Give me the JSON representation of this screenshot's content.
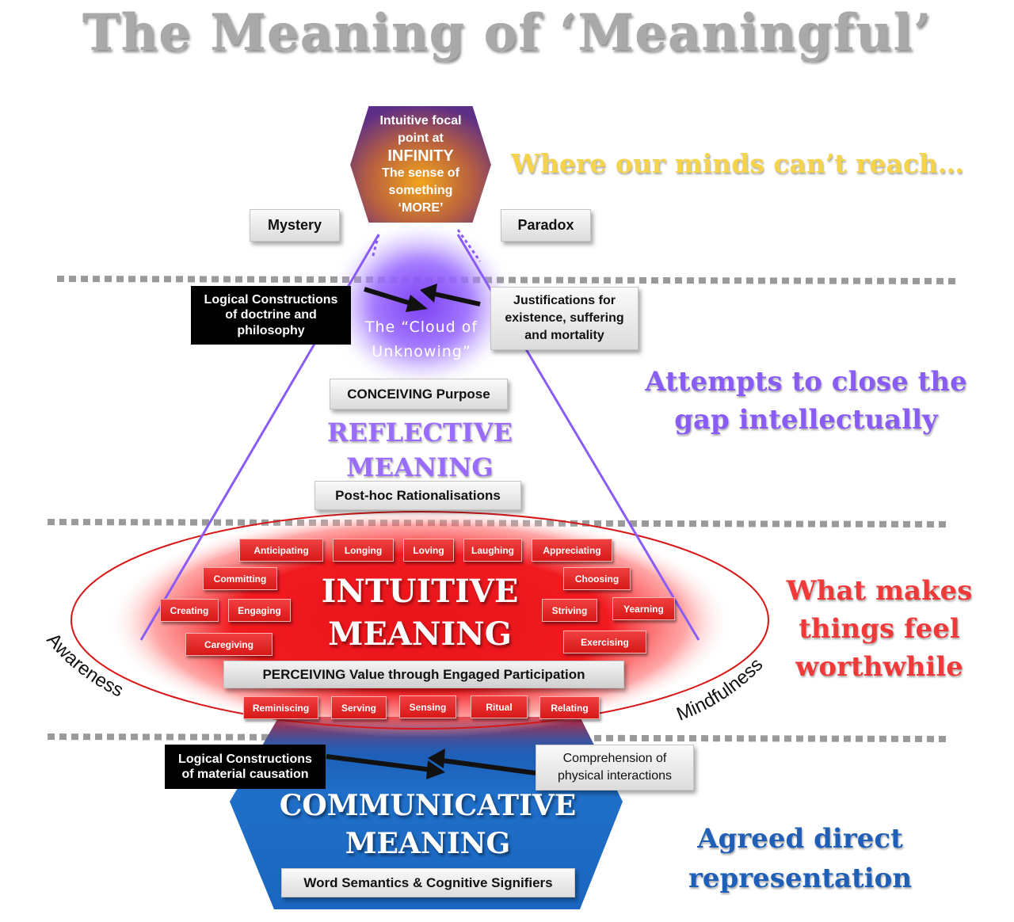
{
  "title": "The Meaning of ‘Meaningful’",
  "apex": {
    "line1": "Intuitive focal",
    "line2": "point at",
    "line3": "INFINITY",
    "line4": "The sense of",
    "line5": "something",
    "line6": "‘MORE’"
  },
  "mystery": "Mystery",
  "paradox": "Paradox",
  "cloud": {
    "line1": "The “Cloud of",
    "line2": "Unknowing”"
  },
  "logical_doctrine": {
    "line1": "Logical Constructions",
    "line2": "of doctrine and",
    "line3": "philosophy"
  },
  "justifications": {
    "line1": "Justifications for",
    "line2": "existence, suffering",
    "line3": "and mortality"
  },
  "conceiving": "CONCEIVING Purpose",
  "reflective": {
    "line1": "REFLECTIVE",
    "line2": "MEANING"
  },
  "posthoc": "Post-hoc Rationalisations",
  "intuitive": {
    "line1": "INTUITIVE",
    "line2": "MEANING"
  },
  "tags": {
    "anticipating": "Anticipating",
    "longing": "Longing",
    "loving": "Loving",
    "laughing": "Laughing",
    "appreciating": "Appreciating",
    "committing": "Committing",
    "choosing": "Choosing",
    "creating": "Creating",
    "engaging": "Engaging",
    "striving": "Striving",
    "yearning": "Yearning",
    "caregiving": "Caregiving",
    "exercising": "Exercising",
    "reminiscing": "Reminiscing",
    "serving": "Serving",
    "sensing": "Sensing",
    "ritual": "Ritual",
    "relating": "Relating"
  },
  "perceiving": "PERCEIVING Value through Engaged Participation",
  "awareness": "Awareness",
  "mindfulness": "Mindfulness",
  "logical_material": {
    "line1": "Logical Constructions",
    "line2": "of material causation"
  },
  "comprehension": {
    "line1": "Comprehension of",
    "line2": "physical interactions"
  },
  "communicative": {
    "line1": "COMMUNICATIVE",
    "line2": "MEANING"
  },
  "word_semantics": "Word Semantics & Cognitive Signifiers",
  "side": {
    "where": "Where our minds can’t reach…",
    "attempts": {
      "line1": "Attempts to close the",
      "line2": "gap intellectually"
    },
    "what": {
      "line1": "What makes",
      "line2": "things feel",
      "line3": "worthwhile"
    },
    "agreed": {
      "line1": "Agreed direct",
      "line2": "representation"
    }
  },
  "colors": {
    "title_gray": "#a9a9a9",
    "gold": "#f5d34a",
    "purple": "#8a5cf6",
    "red": "#e8141a",
    "blue": "#1f6fc8"
  }
}
